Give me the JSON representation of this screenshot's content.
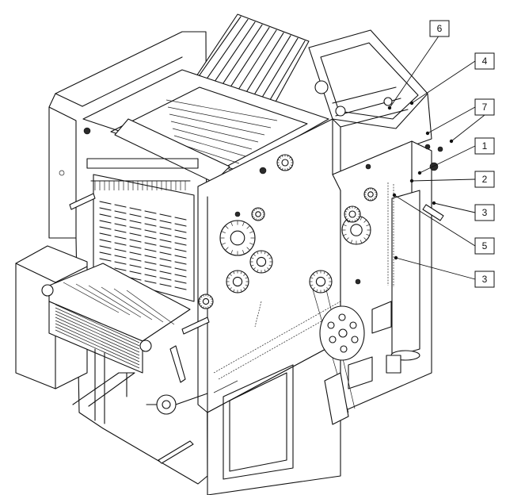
{
  "callouts": [
    {
      "id": "c6",
      "label": "6"
    },
    {
      "id": "c4",
      "label": "4"
    },
    {
      "id": "c7",
      "label": "7"
    },
    {
      "id": "c1",
      "label": "1"
    },
    {
      "id": "c2",
      "label": "2"
    },
    {
      "id": "c3a",
      "label": "3"
    },
    {
      "id": "c5",
      "label": "5"
    },
    {
      "id": "c3b",
      "label": "3"
    }
  ]
}
